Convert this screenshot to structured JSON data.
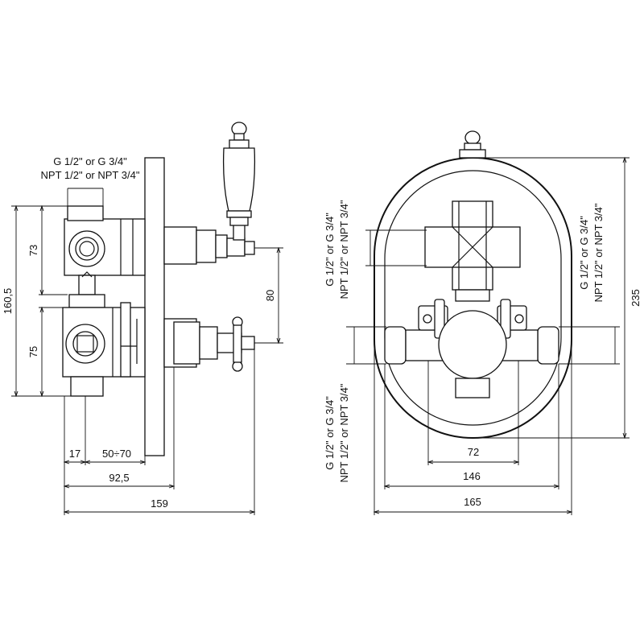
{
  "side_view": {
    "thread_top": [
      "G 1/2\" or G 3/4\"",
      "NPT 1/2\" or NPT 3/4\""
    ],
    "dim_73": "73",
    "dim_160_5": "160,5",
    "dim_75": "75",
    "dim_80": "80",
    "dim_17": "17",
    "dim_50_70": "50÷70",
    "dim_92_5": "92,5",
    "dim_159": "159"
  },
  "front_view": {
    "thread_upper_left": [
      "G 1/2\" or G 3/4\"",
      "NPT 1/2\" or NPT 3/4\""
    ],
    "thread_upper_right": [
      "G 1/2\" or G 3/4\"",
      "NPT 1/2\" or NPT 3/4\""
    ],
    "thread_lower_left": [
      "G 1/2\" or G 3/4\"",
      "NPT 1/2\" or NPT 3/4\""
    ],
    "dim_235": "235",
    "dim_72": "72",
    "dim_146": "146",
    "dim_165": "165"
  }
}
